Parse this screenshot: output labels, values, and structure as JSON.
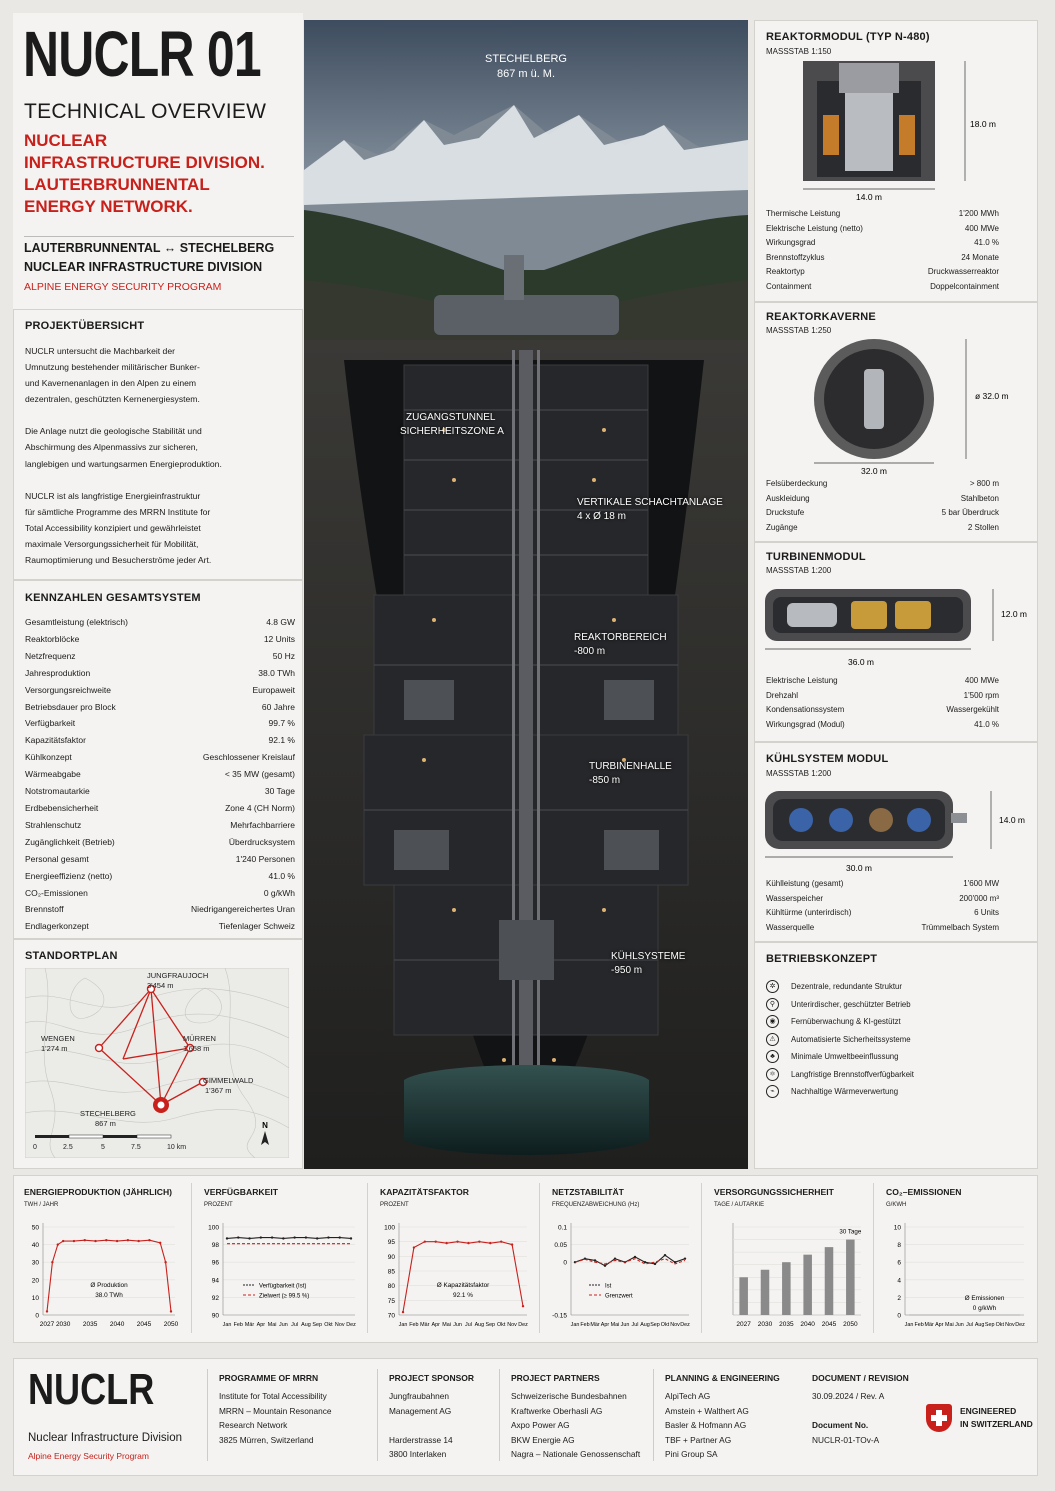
{
  "header": {
    "brand": "NUCLR 01",
    "subtitle": "TECHNICAL OVERVIEW",
    "division_lines": [
      "NUCLEAR",
      "INFRASTRUCTURE DIVISION.",
      "LAUTERBRUNNENTAL",
      "ENERGY NETWORK."
    ],
    "route": "LAUTERBRUNNENTAL ↔ STECHELBERG",
    "division": "NUCLEAR INFRASTRUCTURE DIVISION",
    "program": "ALPINE ENERGY SECURITY PROGRAM"
  },
  "overview": {
    "title": "PROJEKTÜBERSICHT",
    "p1": [
      "NUCLR untersucht die Machbarkeit der",
      "Umnutzung bestehender militärischer Bunker-",
      "und Kavernenanlagen in den Alpen zu einem",
      "dezentralen, geschützten Kernenergiesystem."
    ],
    "p2": [
      "Die Anlage nutzt die geologische Stabilität und",
      "Abschirmung des Alpenmassivs zur sicheren,",
      "langlebigen und wartungsarmen Energieproduktion."
    ],
    "p3": [
      "NUCLR ist als langfristige Energieinfrastruktur",
      "für sämtliche Programme des MRRN Institute for",
      "Total Accessibility konzipiert und gewährleistet",
      "maximale Versorgungssicherheit für Mobilität,",
      "Raumoptimierung und Besucherströme jeder Art."
    ]
  },
  "kennzahlen": {
    "title": "KENNZAHLEN GESAMTSYSTEM",
    "rows": [
      [
        "Gesamtleistung (elektrisch)",
        "4.8 GW"
      ],
      [
        "Reaktorblöcke",
        "12 Units"
      ],
      [
        "Netzfrequenz",
        "50 Hz"
      ],
      [
        "Jahresproduktion",
        "38.0 TWh"
      ],
      [
        "Versorgungsreichweite",
        "Europaweit"
      ],
      [
        "Betriebsdauer pro Block",
        "60 Jahre"
      ],
      [
        "Verfügbarkeit",
        "99.7 %"
      ],
      [
        "Kapazitätsfaktor",
        "92.1 %"
      ],
      [
        "Kühlkonzept",
        "Geschlossener Kreislauf"
      ],
      [
        "Wärmeabgabe",
        "< 35 MW (gesamt)"
      ],
      [
        "Notstromautarkie",
        "30 Tage"
      ],
      [
        "Erdbebensicherheit",
        "Zone 4 (CH Norm)"
      ],
      [
        "Strahlenschutz",
        "Mehrfachbarriere"
      ],
      [
        "Zugänglichkeit (Betrieb)",
        "Überdrucksystem"
      ],
      [
        "Personal gesamt",
        "1'240 Personen"
      ],
      [
        "Energieeffizienz (netto)",
        "41.0 %"
      ],
      [
        "CO₂-Emissionen",
        "0 g/kWh"
      ],
      [
        "Brennstoff",
        "Niedrigangereichertes Uran"
      ],
      [
        "Endlagerkonzept",
        "Tiefenlager Schweiz"
      ]
    ]
  },
  "standort": {
    "title": "STANDORTPLAN",
    "places": [
      {
        "name": "JUNGFRAUJOCH",
        "alt": "3'454 m"
      },
      {
        "name": "WENGEN",
        "alt": "1'274 m"
      },
      {
        "name": "MÜRREN",
        "alt": "1'658 m"
      },
      {
        "name": "GIMMELWALD",
        "alt": "1'367 m"
      },
      {
        "name": "STECHELBERG",
        "alt": "867 m"
      }
    ],
    "scale": [
      "0",
      "2.5",
      "5",
      "7.5",
      "10 km"
    ],
    "north": "N"
  },
  "section": {
    "top_label": "STECHELBERG",
    "top_alt": "867 m ü. M.",
    "labels": [
      {
        "l1": "ZUGANGSTUNNEL",
        "l2": "SICHERHEITSZONE A"
      },
      {
        "l1": "VERTIKALE SCHACHTANLAGE",
        "l2": "4 x Ø 18 m"
      },
      {
        "l1": "REAKTORBEREICH",
        "l2": "-800 m"
      },
      {
        "l1": "TURBINENHALLE",
        "l2": "-850 m"
      },
      {
        "l1": "KÜHLSYSTEME",
        "l2": "-950 m"
      }
    ]
  },
  "reaktormodul": {
    "title": "REAKTORMODUL (TYP N-480)",
    "scale": "MASSSTAB 1:150",
    "dim_h": "18.0 m",
    "dim_w": "14.0 m",
    "rows": [
      [
        "Thermische Leistung",
        "1'200 MWh"
      ],
      [
        "Elektrische Leistung (netto)",
        "400 MWe"
      ],
      [
        "Wirkungsgrad",
        "41.0 %"
      ],
      [
        "Brennstoffzyklus",
        "24 Monate"
      ],
      [
        "Reaktortyp",
        "Druckwasserreaktor"
      ],
      [
        "Containment",
        "Doppelcontainment"
      ]
    ]
  },
  "kaverne": {
    "title": "REAKTORKAVERNE",
    "scale": "MASSSTAB 1:250",
    "dim_h": "ø 32.0 m",
    "dim_w": "32.0 m",
    "rows": [
      [
        "Felsüberdeckung",
        "> 800 m"
      ],
      [
        "Auskleidung",
        "Stahlbeton"
      ],
      [
        "Druckstufe",
        "5 bar Überdruck"
      ],
      [
        "Zugänge",
        "2 Stollen"
      ]
    ]
  },
  "turbine": {
    "title": "TURBINENMODUL",
    "scale": "MASSSTAB 1:200",
    "dim_h": "12.0 m",
    "dim_w": "36.0 m",
    "rows": [
      [
        "Elektrische Leistung",
        "400 MWe"
      ],
      [
        "Drehzahl",
        "1'500 rpm"
      ],
      [
        "Kondensationssystem",
        "Wassergekühlt"
      ],
      [
        "Wirkungsgrad (Modul)",
        "41.0 %"
      ]
    ]
  },
  "kuehl": {
    "title": "KÜHLSYSTEM MODUL",
    "scale": "MASSSTAB 1:200",
    "dim_h": "14.0 m",
    "dim_w": "30.0 m",
    "rows": [
      [
        "Kühlleistung (gesamt)",
        "1'600 MW"
      ],
      [
        "Wasserspeicher",
        "200'000 m³"
      ],
      [
        "Kühltürme (unterirdisch)",
        "6 Units"
      ],
      [
        "Wasserquelle",
        "Trümmelbach System"
      ]
    ]
  },
  "betrieb": {
    "title": "BETRIEBSKONZEPT",
    "items": [
      "Dezentrale, redundante Struktur",
      "Unterirdischer, geschützter Betrieb",
      "Fernüberwachung & KI-gestützt",
      "Automatisierte Sicherheitssysteme",
      "Minimale Umweltbeeinflussung",
      "Langfristige Brennstoffverfügbarkeit",
      "Nachhaltige Wärmeverwertung"
    ]
  },
  "chart_data": [
    {
      "type": "line",
      "title": "ENERGIEPRODUKTION (JÄHRLICH)",
      "ylabel": "TWH / JAHR",
      "x": [
        2027,
        2028,
        2029,
        2030,
        2032,
        2034,
        2036,
        2038,
        2040,
        2042,
        2044,
        2046,
        2048,
        2049,
        2050
      ],
      "series": [
        {
          "values": [
            2,
            30,
            40,
            42,
            42,
            42.5,
            42,
            42.5,
            42,
            42.5,
            42,
            42.5,
            41,
            30,
            2
          ]
        }
      ],
      "ylim": [
        0,
        50
      ],
      "yticks": [
        0,
        10,
        20,
        30,
        40,
        50
      ],
      "xticks": [
        "2027",
        "2030",
        "2035",
        "2040",
        "2045",
        "2050"
      ],
      "annotation": [
        "Ø Produktion",
        "38.0 TWh"
      ],
      "color": "#c8211c"
    },
    {
      "type": "line",
      "title": "VERFÜGBARKEIT",
      "ylabel": "PROZENT",
      "categories": [
        "Jan",
        "Feb",
        "Mär",
        "Apr",
        "Mai",
        "Jun",
        "Jul",
        "Aug",
        "Sep",
        "Okt",
        "Nov",
        "Dez"
      ],
      "series": [
        {
          "name": "Verfügbarkeit (Ist)",
          "values": [
            98.7,
            98.8,
            98.7,
            98.8,
            98.8,
            98.7,
            98.8,
            98.8,
            98.7,
            98.8,
            98.8,
            98.7
          ]
        },
        {
          "name": "Zielwert (≥ 99.5 %)",
          "values": [
            98.1,
            98.1,
            98.1,
            98.1,
            98.1,
            98.1,
            98.1,
            98.1,
            98.1,
            98.1,
            98.1,
            98.1
          ]
        }
      ],
      "ylim": [
        90,
        100
      ],
      "yticks": [
        90,
        92,
        94,
        96,
        98,
        100
      ]
    },
    {
      "type": "line",
      "title": "KAPAZITÄTSFAKTOR",
      "ylabel": "PROZENT",
      "categories": [
        "Jan",
        "Feb",
        "Mär",
        "Apr",
        "Mai",
        "Jun",
        "Jul",
        "Aug",
        "Sep",
        "Okt",
        "Nov",
        "Dez"
      ],
      "series": [
        {
          "values": [
            71,
            93,
            95,
            95,
            94.5,
            95,
            94.5,
            95,
            94.5,
            95,
            94,
            73
          ]
        }
      ],
      "ylim": [
        70,
        100
      ],
      "yticks": [
        70,
        75,
        80,
        85,
        90,
        95,
        100
      ],
      "annotation": [
        "Ø Kapazitätsfaktor",
        "92.1 %"
      ],
      "color": "#c8211c"
    },
    {
      "type": "line",
      "title": "NETZSTABILITÄT",
      "ylabel": "FREQUENZABWEICHUNG (Hz)",
      "categories": [
        "Jan",
        "Feb",
        "Mär",
        "Apr",
        "Mai",
        "Jun",
        "Jul",
        "Aug",
        "Sep",
        "Okt",
        "Nov",
        "Dez"
      ],
      "series": [
        {
          "name": "Ist",
          "values": [
            0.0,
            0.01,
            0.005,
            -0.01,
            0.01,
            0.0,
            0.015,
            0.0,
            -0.005,
            0.02,
            0.0,
            0.01
          ]
        },
        {
          "name": "Grenzwert",
          "values": [
            0.0,
            0.008,
            0.0,
            -0.005,
            0.005,
            0.0,
            0.01,
            -0.005,
            0.0,
            0.01,
            -0.005,
            0.005
          ]
        }
      ],
      "ylim": [
        -0.15,
        0.1
      ],
      "yticks": [
        -0.15,
        0,
        0.05,
        0.1
      ]
    },
    {
      "type": "bar",
      "title": "VERSORGUNGSSICHERHEIT",
      "ylabel": "TAGE / AUTARKIE",
      "categories": [
        "2027",
        "2030",
        "2035",
        "2040",
        "2045",
        "2050"
      ],
      "values": [
        15,
        18,
        21,
        24,
        27,
        30
      ],
      "ylim": [
        0,
        35
      ],
      "annotation": "30 Tage",
      "color": "#8a8a8a"
    },
    {
      "type": "line",
      "title": "CO₂–EMISSIONEN",
      "ylabel": "G/KWH",
      "categories": [
        "Jan",
        "Feb",
        "Mär",
        "Apr",
        "Mai",
        "Jun",
        "Jul",
        "Aug",
        "Sep",
        "Okt",
        "Nov",
        "Dez"
      ],
      "series": [
        {
          "values": [
            0,
            0,
            0,
            0,
            0,
            0,
            0,
            0,
            0,
            0,
            0,
            0
          ]
        }
      ],
      "ylim": [
        0,
        10
      ],
      "yticks": [
        0,
        2,
        4,
        6,
        8,
        10
      ],
      "annotation": [
        "Ø Emissionen",
        "0 g/kWh"
      ]
    }
  ],
  "legend_extra": {
    "netz_ticks_labels": [
      "0.10",
      "0.05",
      "0.00",
      "-0.15"
    ]
  },
  "footer": {
    "logo": "NUCLR",
    "division": "Nuclear Infrastructure Division",
    "program": "Alpine Energy Security Program",
    "cols": [
      {
        "title": "PROGRAMME OF MRRN",
        "lines": [
          "Institute for Total Accessibility",
          "MRRN – Mountain Resonance",
          "Research Network",
          "3825 Mürren, Switzerland"
        ]
      },
      {
        "title": "PROJECT SPONSOR",
        "lines": [
          "Jungfraubahnen",
          "Management AG",
          "",
          "Harderstrasse 14",
          "3800 Interlaken"
        ]
      },
      {
        "title": "PROJECT PARTNERS",
        "lines": [
          "Schweizerische Bundesbahnen",
          "Kraftwerke Oberhasli AG",
          "Axpo Power AG",
          "BKW Energie AG",
          "Nagra – Nationale Genossenschaft"
        ]
      },
      {
        "title": "PLANNING & ENGINEERING",
        "lines": [
          "AlpiTech AG",
          "Amstein + Walthert AG",
          "Basler & Hofmann AG",
          "TBF + Partner AG",
          "Pini Group SA"
        ]
      },
      {
        "title": "DOCUMENT / REVISION",
        "lines": [
          "30.09.2024 / Rev. A",
          "",
          "Document No.",
          "NUCLR-01-TOv-A"
        ]
      }
    ],
    "badge": [
      "ENGINEERED",
      "IN SWITZERLAND"
    ]
  }
}
